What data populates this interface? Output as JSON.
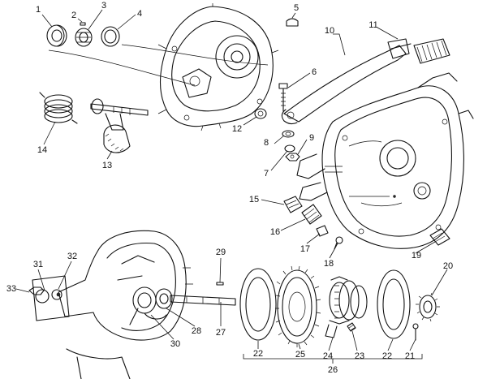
{
  "parts": [
    {
      "label": "1"
    },
    {
      "label": "2"
    },
    {
      "label": "3"
    },
    {
      "label": "4"
    },
    {
      "label": "5"
    },
    {
      "label": "6"
    },
    {
      "label": "7"
    },
    {
      "label": "8"
    },
    {
      "label": "9"
    },
    {
      "label": "10"
    },
    {
      "label": "11"
    },
    {
      "label": "12"
    },
    {
      "label": "13"
    },
    {
      "label": "14"
    },
    {
      "label": "15"
    },
    {
      "label": "16"
    },
    {
      "label": "17"
    },
    {
      "label": "18"
    },
    {
      "label": "19"
    },
    {
      "label": "20"
    },
    {
      "label": "21"
    },
    {
      "label": "22"
    },
    {
      "label": "22"
    },
    {
      "label": "23"
    },
    {
      "label": "24"
    },
    {
      "label": "25"
    },
    {
      "label": "26"
    },
    {
      "label": "27"
    },
    {
      "label": "28"
    },
    {
      "label": "29"
    },
    {
      "label": "30"
    },
    {
      "label": "31"
    },
    {
      "label": "32"
    },
    {
      "label": "33"
    }
  ]
}
